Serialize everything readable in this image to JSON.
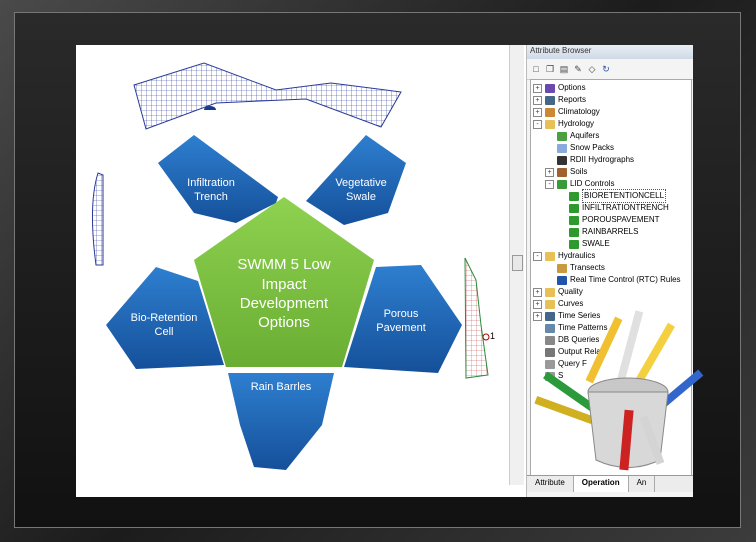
{
  "diagram": {
    "center": [
      "SWMM 5 Low",
      "Impact",
      "Development",
      "Options"
    ],
    "petals": {
      "top_left": [
        "Infiltration",
        "Trench"
      ],
      "top_right": [
        "Vegetative",
        "Swale"
      ],
      "left": [
        "Bio-Retention",
        "Cell"
      ],
      "right": [
        "Porous",
        "Pavement"
      ],
      "bottom": [
        "Rain Barrles"
      ]
    },
    "colors": {
      "center": "#7dc142",
      "petal": "#1f64b3"
    },
    "node_label": "1"
  },
  "attribute_browser": {
    "title": "Attribute Browser",
    "tree": [
      {
        "label": "Options",
        "icon": "options-icon",
        "level": 0,
        "exp": "+"
      },
      {
        "label": "Reports",
        "icon": "reports-icon",
        "level": 0,
        "exp": "+"
      },
      {
        "label": "Climatology",
        "icon": "climatology-icon",
        "level": 0,
        "exp": "+"
      },
      {
        "label": "Hydrology",
        "icon": "folder-icon",
        "level": 0,
        "exp": "-"
      },
      {
        "label": "Aquifers",
        "icon": "aquifers-icon",
        "level": 1,
        "exp": ""
      },
      {
        "label": "Snow Packs",
        "icon": "snow-icon",
        "level": 1,
        "exp": ""
      },
      {
        "label": "RDII Hydrographs",
        "icon": "hydrograph-icon",
        "level": 1,
        "exp": ""
      },
      {
        "label": "Soils",
        "icon": "soils-icon",
        "level": 1,
        "exp": "+"
      },
      {
        "label": "LID Controls",
        "icon": "lid-icon",
        "level": 1,
        "exp": "-"
      },
      {
        "label": "BIORETENTIONCELL",
        "icon": "lid-item-icon",
        "level": 2,
        "exp": "",
        "selected": true
      },
      {
        "label": "INFILTRATIONTRENCH",
        "icon": "lid-item-icon",
        "level": 2,
        "exp": ""
      },
      {
        "label": "POROUSPAVEMENT",
        "icon": "lid-item-icon",
        "level": 2,
        "exp": ""
      },
      {
        "label": "RAINBARRELS",
        "icon": "lid-item-icon",
        "level": 2,
        "exp": ""
      },
      {
        "label": "SWALE",
        "icon": "lid-item-icon",
        "level": 2,
        "exp": ""
      },
      {
        "label": "Hydraulics",
        "icon": "folder-icon",
        "level": 0,
        "exp": "-"
      },
      {
        "label": "Transects",
        "icon": "transects-icon",
        "level": 1,
        "exp": ""
      },
      {
        "label": "Real Time Control (RTC) Rules",
        "icon": "rtc-icon",
        "level": 1,
        "exp": ""
      },
      {
        "label": "Quality",
        "icon": "folder-icon",
        "level": 0,
        "exp": "+"
      },
      {
        "label": "Curves",
        "icon": "folder-icon",
        "level": 0,
        "exp": "+"
      },
      {
        "label": "Time Series",
        "icon": "timeseries-icon",
        "level": 0,
        "exp": "+"
      },
      {
        "label": "Time Patterns",
        "icon": "patterns-icon",
        "level": 0,
        "exp": ""
      },
      {
        "label": "DB Queries",
        "icon": "db-icon",
        "level": 0,
        "exp": ""
      },
      {
        "label": "Output Rela",
        "icon": "output-icon",
        "level": 0,
        "exp": ""
      },
      {
        "label": "Query F",
        "icon": "query-icon",
        "level": 0,
        "exp": ""
      },
      {
        "label": "S",
        "icon": "s-icon",
        "level": 0,
        "exp": ""
      }
    ],
    "tabs": [
      "Attribute",
      "Operation",
      "An"
    ],
    "active_tab": "Operation"
  }
}
